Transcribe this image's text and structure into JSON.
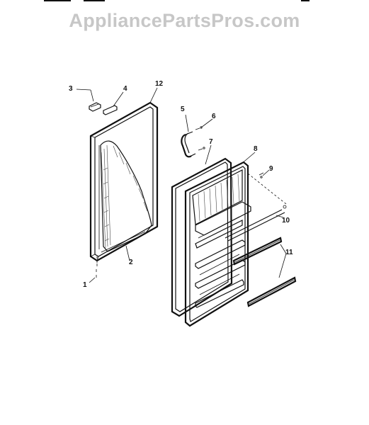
{
  "watermark": "AppliancePartsPros.com",
  "callouts": {
    "c1": "1",
    "c2": "2",
    "c3": "3",
    "c4": "4",
    "c5": "5",
    "c6": "6",
    "c7": "7",
    "c8": "8",
    "c9": "9",
    "c10": "10",
    "c11": "11",
    "c12": "12"
  }
}
